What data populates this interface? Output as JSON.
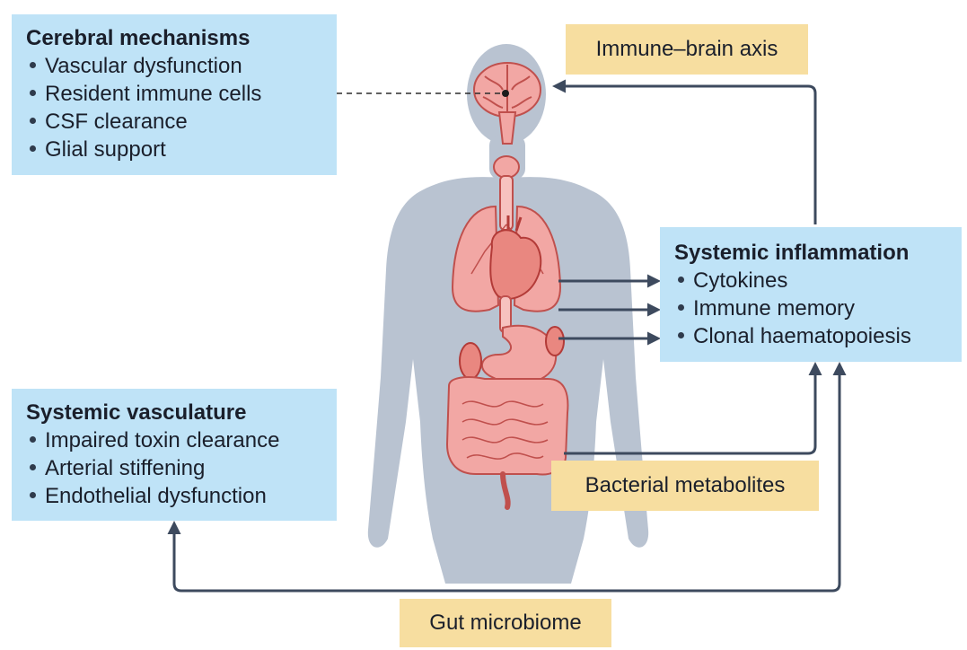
{
  "colors": {
    "blue_box": "#bfe3f7",
    "tan_box": "#f7dea0",
    "body_silhouette": "#b9c3d1",
    "organ_fill": "#f2a7a4",
    "organ_stroke": "#c0504d",
    "arrow": "#3d4a5e"
  },
  "cerebral": {
    "title": "Cerebral mechanisms",
    "items": [
      "Vascular dysfunction",
      "Resident immune cells",
      "CSF clearance",
      "Glial support"
    ]
  },
  "systemic_vasculature": {
    "title": "Systemic vasculature",
    "items": [
      "Impaired toxin clearance",
      "Arterial stiffening",
      "Endothelial dysfunction"
    ]
  },
  "systemic_inflammation": {
    "title": "Systemic inflammation",
    "items": [
      "Cytokines",
      "Immune memory",
      "Clonal haematopoiesis"
    ]
  },
  "labels": {
    "immune_brain_axis": "Immune–brain axis",
    "bacterial_metabolites": "Bacterial metabolites",
    "gut_microbiome": "Gut microbiome"
  },
  "icons": {
    "body": "human-silhouette",
    "brain": "brain-icon",
    "thyroid": "thyroid-icon",
    "lungs": "lungs-icon",
    "heart": "heart-icon",
    "stomach": "stomach-icon",
    "intestines": "intestines-icon"
  }
}
